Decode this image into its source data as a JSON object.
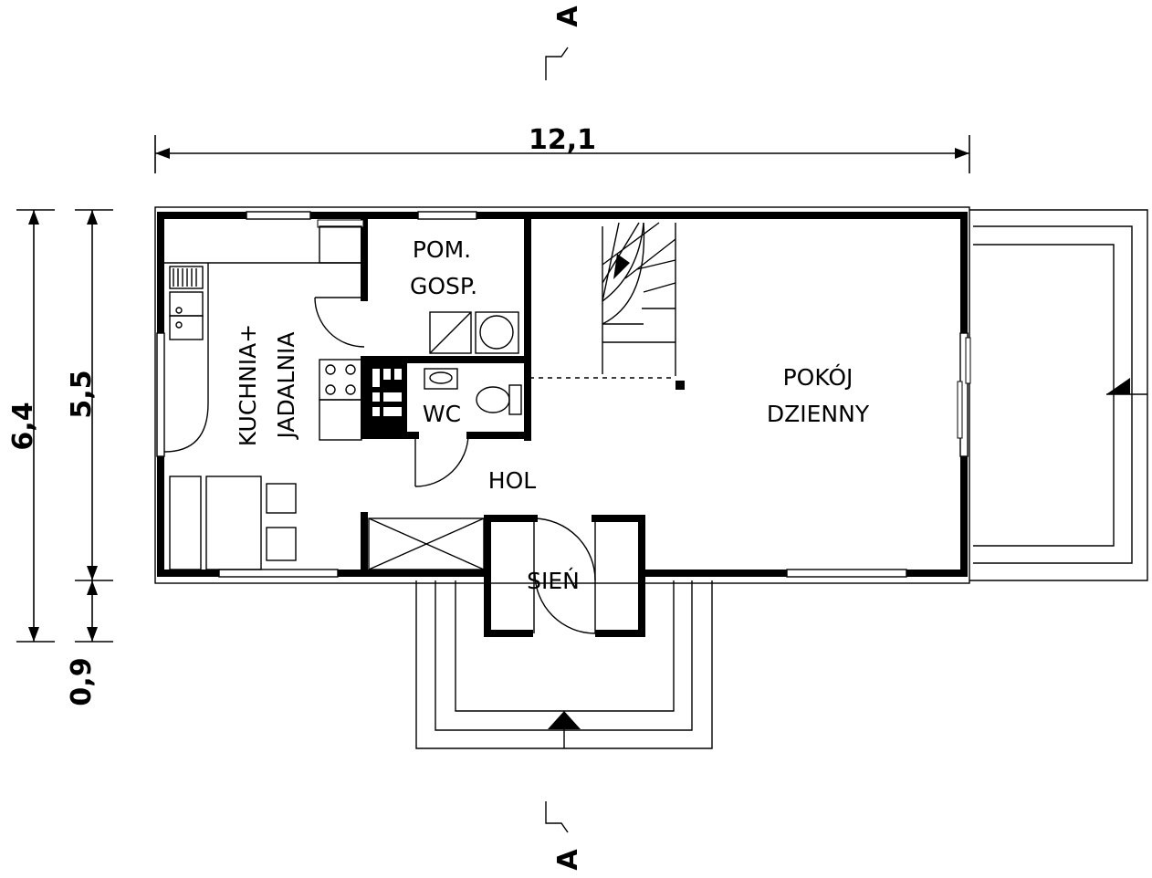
{
  "rooms": {
    "pom_gosp_line1": "POM.",
    "pom_gosp_line2": "GOSP.",
    "kuchnia_line1": "KUCHNIA+",
    "kuchnia_line2": "JADALNIA",
    "wc": "WC",
    "hol": "HOL",
    "pokoj_line1": "POKÓJ",
    "pokoj_line2": "DZIENNY",
    "sien": "SIEŃ"
  },
  "dimensions": {
    "overall_width": "12,1",
    "overall_height": "6,4",
    "main_height": "5,5",
    "porch_depth": "0,9"
  },
  "section": {
    "top_marker": "A",
    "bottom_marker": "A"
  }
}
